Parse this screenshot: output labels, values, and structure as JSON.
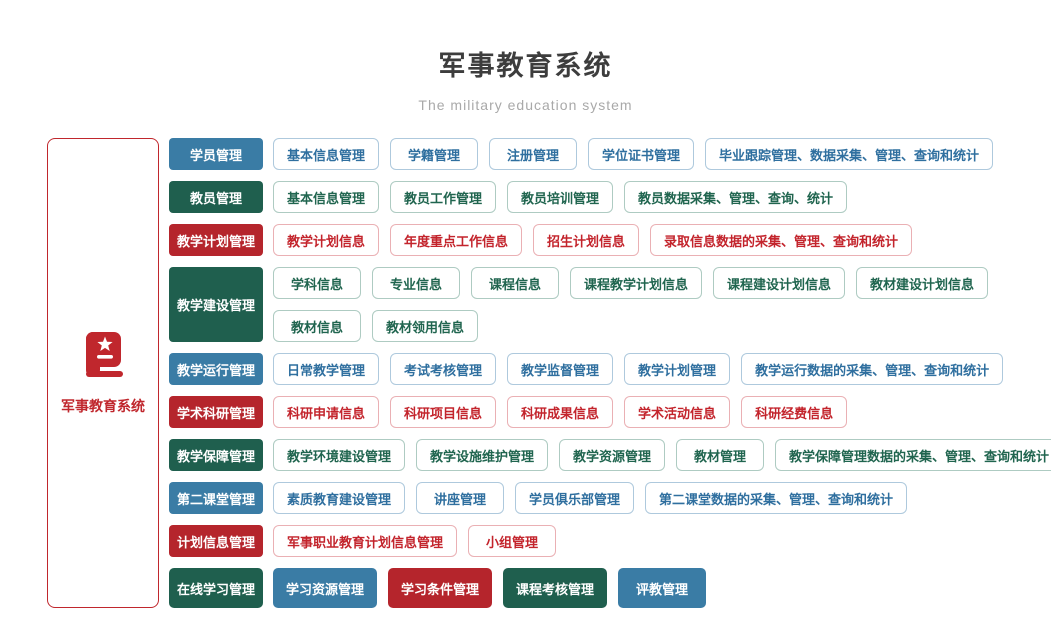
{
  "page": {
    "title": "军事教育系统",
    "subtitle": "The military education system"
  },
  "sidebar": {
    "label": "军事教育系统",
    "icon": "book-star-icon",
    "border_color": "#c0272d"
  },
  "colors": {
    "blue_solid": "#3a7ca5",
    "green_solid": "#1f5f4e",
    "red_solid": "#b5252c",
    "blue_text": "#2f6f9f",
    "green_text": "#20654f",
    "red_text": "#c3242c",
    "blue_border": "#aec9dd",
    "green_border": "#aecbc2",
    "red_border": "#eab0b4"
  },
  "rows": [
    {
      "category": {
        "label": "学员管理",
        "color": "blue",
        "style": "solid"
      },
      "lines": [
        [
          {
            "label": "基本信息管理",
            "color": "blue",
            "style": "outline"
          },
          {
            "label": "学籍管理",
            "color": "blue",
            "style": "outline"
          },
          {
            "label": "注册管理",
            "color": "blue",
            "style": "outline"
          },
          {
            "label": "学位证书管理",
            "color": "blue",
            "style": "outline"
          },
          {
            "label": "毕业跟踪管理、数据采集、管理、查询和统计",
            "color": "blue",
            "style": "outline"
          }
        ]
      ]
    },
    {
      "category": {
        "label": "教员管理",
        "color": "green",
        "style": "solid"
      },
      "lines": [
        [
          {
            "label": "基本信息管理",
            "color": "green",
            "style": "outline"
          },
          {
            "label": "教员工作管理",
            "color": "green",
            "style": "outline"
          },
          {
            "label": "教员培训管理",
            "color": "green",
            "style": "outline"
          },
          {
            "label": "教员数据采集、管理、查询、统计",
            "color": "green",
            "style": "outline"
          }
        ]
      ]
    },
    {
      "category": {
        "label": "教学计划管理",
        "color": "red",
        "style": "solid"
      },
      "lines": [
        [
          {
            "label": "教学计划信息",
            "color": "red",
            "style": "outline"
          },
          {
            "label": "年度重点工作信息",
            "color": "red",
            "style": "outline"
          },
          {
            "label": "招生计划信息",
            "color": "red",
            "style": "outline"
          },
          {
            "label": "录取信息数据的采集、管理、查询和统计",
            "color": "red",
            "style": "outline"
          }
        ]
      ]
    },
    {
      "category": {
        "label": "教学建设管理",
        "color": "green",
        "style": "solid"
      },
      "lines": [
        [
          {
            "label": "学科信息",
            "color": "green",
            "style": "outline"
          },
          {
            "label": "专业信息",
            "color": "green",
            "style": "outline"
          },
          {
            "label": "课程信息",
            "color": "green",
            "style": "outline"
          },
          {
            "label": "课程教学计划信息",
            "color": "green",
            "style": "outline"
          },
          {
            "label": "课程建设计划信息",
            "color": "green",
            "style": "outline"
          },
          {
            "label": "教材建设计划信息",
            "color": "green",
            "style": "outline"
          }
        ],
        [
          {
            "label": "教材信息",
            "color": "green",
            "style": "outline"
          },
          {
            "label": "教材领用信息",
            "color": "green",
            "style": "outline"
          }
        ]
      ]
    },
    {
      "category": {
        "label": "教学运行管理",
        "color": "blue",
        "style": "solid"
      },
      "lines": [
        [
          {
            "label": "日常教学管理",
            "color": "blue",
            "style": "outline"
          },
          {
            "label": "考试考核管理",
            "color": "blue",
            "style": "outline"
          },
          {
            "label": "教学监督管理",
            "color": "blue",
            "style": "outline"
          },
          {
            "label": "教学计划管理",
            "color": "blue",
            "style": "outline"
          },
          {
            "label": "教学运行数据的采集、管理、查询和统计",
            "color": "blue",
            "style": "outline"
          }
        ]
      ]
    },
    {
      "category": {
        "label": "学术科研管理",
        "color": "red",
        "style": "solid"
      },
      "lines": [
        [
          {
            "label": "科研申请信息",
            "color": "red",
            "style": "outline"
          },
          {
            "label": "科研项目信息",
            "color": "red",
            "style": "outline"
          },
          {
            "label": "科研成果信息",
            "color": "red",
            "style": "outline"
          },
          {
            "label": "学术活动信息",
            "color": "red",
            "style": "outline"
          },
          {
            "label": "科研经费信息",
            "color": "red",
            "style": "outline"
          }
        ]
      ]
    },
    {
      "category": {
        "label": "教学保障管理",
        "color": "green",
        "style": "solid"
      },
      "lines": [
        [
          {
            "label": "教学环境建设管理",
            "color": "green",
            "style": "outline"
          },
          {
            "label": "教学设施维护管理",
            "color": "green",
            "style": "outline"
          },
          {
            "label": "教学资源管理",
            "color": "green",
            "style": "outline"
          },
          {
            "label": "教材管理",
            "color": "green",
            "style": "outline"
          },
          {
            "label": "教学保障管理数据的采集、管理、查询和统计",
            "color": "green",
            "style": "outline"
          }
        ]
      ]
    },
    {
      "category": {
        "label": "第二课堂管理",
        "color": "blue",
        "style": "solid"
      },
      "lines": [
        [
          {
            "label": "素质教育建设管理",
            "color": "blue",
            "style": "outline"
          },
          {
            "label": "讲座管理",
            "color": "blue",
            "style": "outline"
          },
          {
            "label": "学员俱乐部管理",
            "color": "blue",
            "style": "outline"
          },
          {
            "label": "第二课堂数据的采集、管理、查询和统计",
            "color": "blue",
            "style": "outline"
          }
        ]
      ]
    },
    {
      "category": {
        "label": "计划信息管理",
        "color": "red",
        "style": "solid"
      },
      "lines": [
        [
          {
            "label": "军事职业教育计划信息管理",
            "color": "red",
            "style": "outline"
          },
          {
            "label": "小组管理",
            "color": "red",
            "style": "outline"
          }
        ]
      ]
    },
    {
      "category": {
        "label": "在线学习管理",
        "color": "green",
        "style": "solid"
      },
      "tall": true,
      "lines": [
        [
          {
            "label": "学习资源管理",
            "color": "blue",
            "style": "solid"
          },
          {
            "label": "学习条件管理",
            "color": "red",
            "style": "solid"
          },
          {
            "label": "课程考核管理",
            "color": "green",
            "style": "solid"
          },
          {
            "label": "评教管理",
            "color": "blue",
            "style": "solid"
          }
        ]
      ]
    }
  ]
}
